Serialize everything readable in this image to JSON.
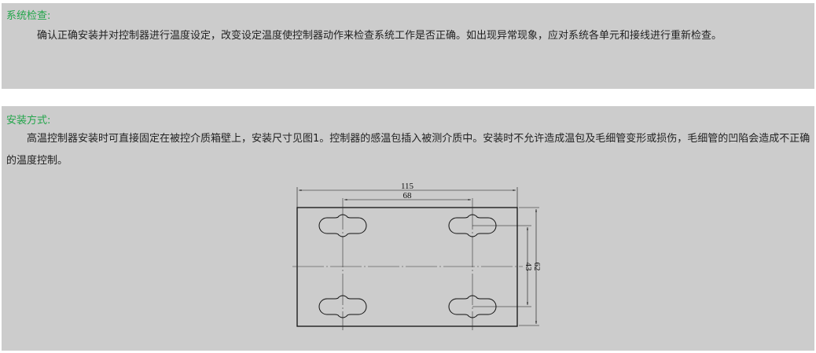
{
  "section_check": {
    "title": "系统检查:",
    "body": "确认正确安装并对控制器进行温度设定，改变设定温度使控制器动作来检查系统工作是否正确。如出现异常现象，应对系统各单元和接线进行重新检查。"
  },
  "section_install": {
    "title": "安装方式:",
    "body": "高温控制器安装时可直接固定在被控介质箱壁上，安装尺寸见图1。控制器的感温包插入被测介质中。安装时不允许造成温包及毛细管变形或损伤，毛细管的凹陷会造成不正确的温度控制。"
  },
  "drawing": {
    "dim_width": "115",
    "dim_hole_spacing_h": "68",
    "dim_hole_spacing_v": "43",
    "dim_height": "62"
  },
  "colors": {
    "heading": "#22a54a",
    "panel": "#cccccc"
  }
}
